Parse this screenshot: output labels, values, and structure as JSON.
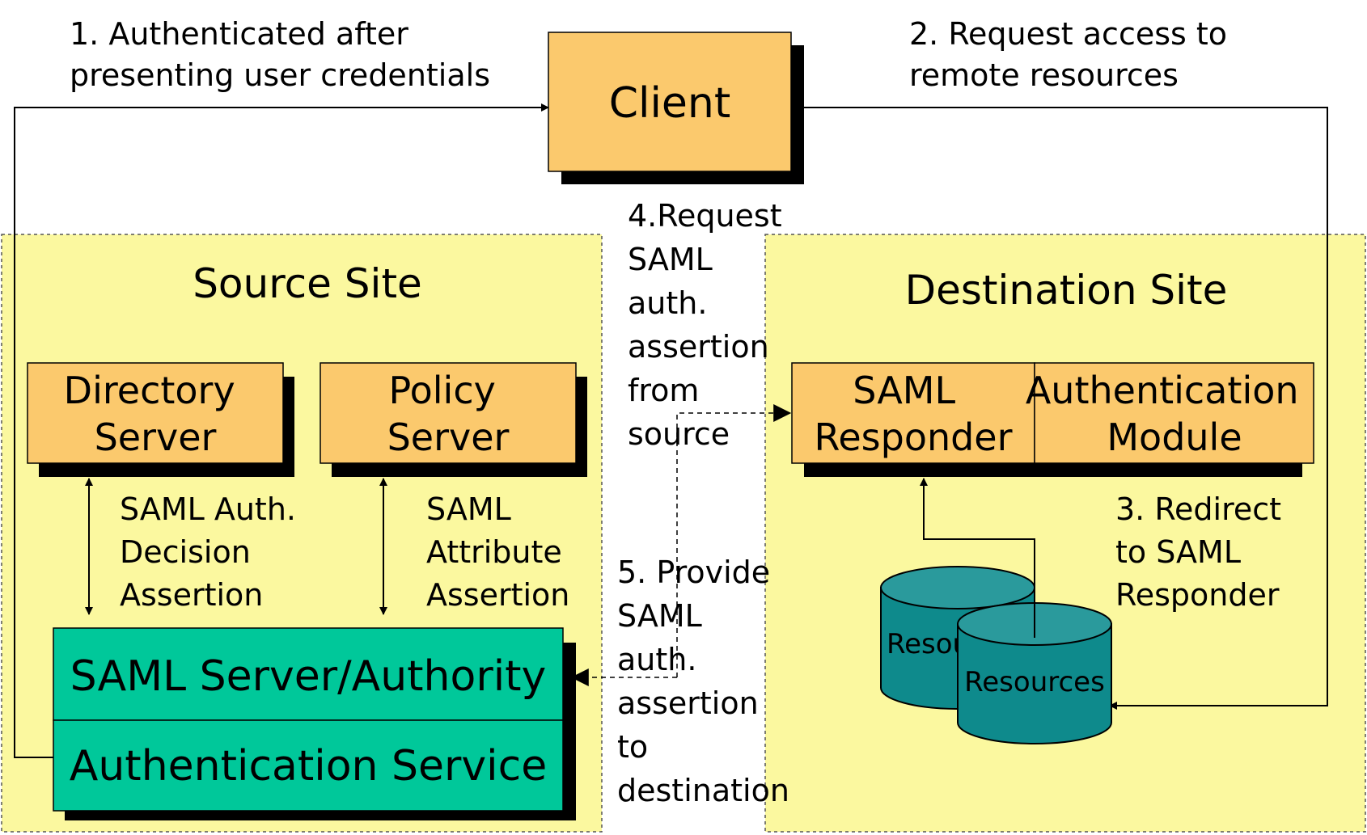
{
  "colors": {
    "site_fill": "#fbf89f",
    "box_orange": "#fbc96d",
    "box_teal": "#00c89a",
    "cylinder": "#0e8a8c",
    "cylinder_top": "#2a9a9c",
    "shadow": "#000000"
  },
  "client": {
    "label": "Client"
  },
  "source_site": {
    "title": "Source Site",
    "directory_server": [
      "Directory",
      "Server"
    ],
    "policy_server": [
      "Policy",
      "Server"
    ],
    "saml_server_authority": "SAML Server/Authority",
    "authentication_service": "Authentication Service",
    "auth_decision_assertion": [
      "SAML Auth.",
      "Decision",
      "Assertion"
    ],
    "attribute_assertion": [
      "SAML",
      "Attribute",
      "Assertion"
    ]
  },
  "destination_site": {
    "title": "Destination Site",
    "saml_responder": [
      "SAML",
      "Responder"
    ],
    "authentication_module": [
      "Authentication",
      "Module"
    ],
    "resources_back": "Resources",
    "resources_front": "Resources"
  },
  "steps": {
    "step1": [
      "1. Authenticated after",
      "presenting user credentials"
    ],
    "step2": [
      "2. Request access to",
      "remote resources"
    ],
    "step3": [
      "3. Redirect",
      "to SAML",
      "Responder"
    ],
    "step4": [
      "4.Request",
      "SAML",
      "auth.",
      "assertion",
      "from",
      "source"
    ],
    "step5": [
      "5. Provide",
      "SAML",
      "auth.",
      "assertion",
      "to",
      "destination"
    ]
  }
}
